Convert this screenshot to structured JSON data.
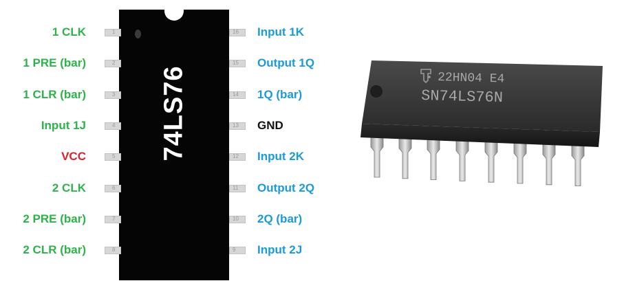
{
  "chip": {
    "label": "74LS76",
    "photo_marking_line1": "22HN04 E4",
    "photo_marking_line2": "SN74LS76N"
  },
  "colors": {
    "green": "#2db34a",
    "red": "#e0202a",
    "blue": "#1a9bd7",
    "black": "#111111"
  },
  "left_pins": [
    {
      "number": "1",
      "label": "1 CLK",
      "color": "green"
    },
    {
      "number": "2",
      "label": "1 PRE (bar)",
      "color": "green"
    },
    {
      "number": "3",
      "label": "1 CLR (bar)",
      "color": "green"
    },
    {
      "number": "4",
      "label": "Input 1J",
      "color": "green"
    },
    {
      "number": "5",
      "label": "VCC",
      "color": "red"
    },
    {
      "number": "6",
      "label": "2 CLK",
      "color": "green"
    },
    {
      "number": "7",
      "label": "2 PRE (bar)",
      "color": "green"
    },
    {
      "number": "8",
      "label": "2 CLR (bar)",
      "color": "green"
    }
  ],
  "right_pins": [
    {
      "number": "16",
      "label": "Input 1K",
      "color": "blue"
    },
    {
      "number": "15",
      "label": "Output 1Q",
      "color": "blue"
    },
    {
      "number": "14",
      "label": "1Q (bar)",
      "color": "blue"
    },
    {
      "number": "13",
      "label": "GND",
      "color": "black"
    },
    {
      "number": "12",
      "label": "Input 2K",
      "color": "blue"
    },
    {
      "number": "11",
      "label": "Output 2Q",
      "color": "blue"
    },
    {
      "number": "10",
      "label": "2Q (bar)",
      "color": "blue"
    },
    {
      "number": "9",
      "label": "Input 2J",
      "color": "blue"
    }
  ]
}
